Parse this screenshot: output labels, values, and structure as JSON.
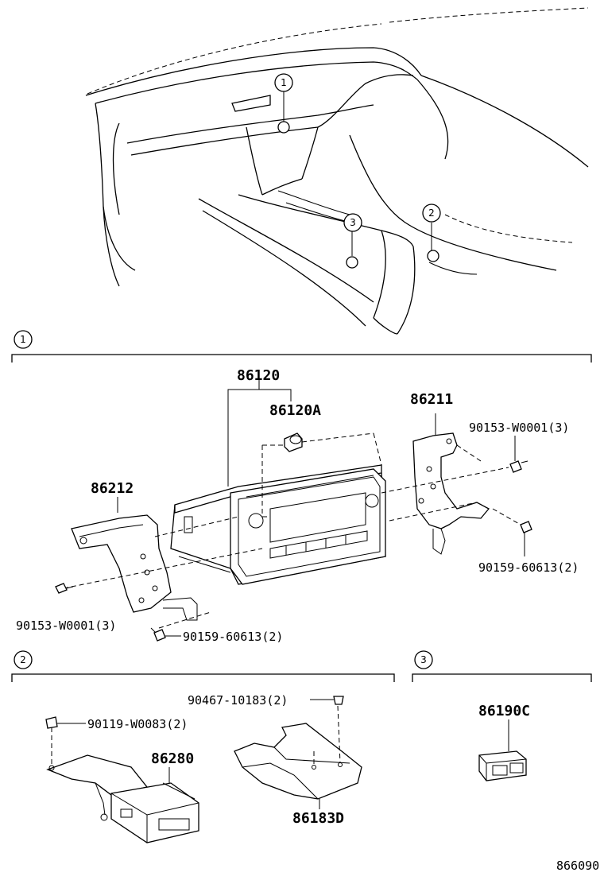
{
  "callouts": {
    "c1": "1",
    "c2": "2",
    "c3": "3"
  },
  "sections": {
    "s1": "1",
    "s2": "2",
    "s3": "3"
  },
  "parts": {
    "p86120": "86120",
    "p86120A": "86120A",
    "p86212": "86212",
    "p86211": "86211",
    "p90153_r": "90153-W0001(3)",
    "p90159_r": "90159-60613(2)",
    "p90153_l": "90153-W0001(3)",
    "p90159_l": "90159-60613(2)",
    "p90467": "90467-10183(2)",
    "p90119": "90119-W0083(2)",
    "p86280": "86280",
    "p86183D": "86183D",
    "p86190C": "86190C"
  },
  "figure_id": "866090"
}
